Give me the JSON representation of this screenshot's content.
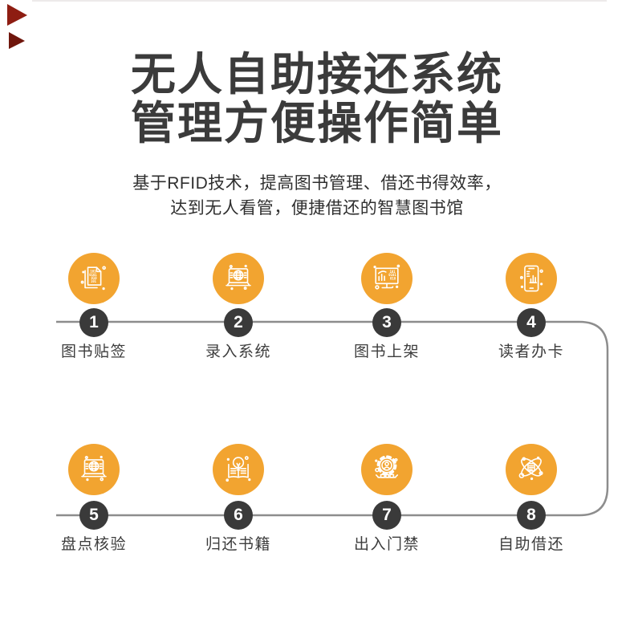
{
  "header": {
    "title_line1": "无人自助接还系统",
    "title_line2": "管理方便操作简单",
    "subtitle_line1": "基于RFID技术，提高图书管理、借还书得效率，",
    "subtitle_line2": "达到无人看管，便捷借还的智慧图书馆"
  },
  "colors": {
    "accent_orange": "#f2a430",
    "dark_badge": "#3a3a3a",
    "line_gray": "#8d8d8d",
    "title_color": "#3b3b3b",
    "corner_red": "#8e1d12"
  },
  "flow": {
    "steps": [
      {
        "number": "1",
        "label": "图书贴签",
        "icon": "binary-document-icon"
      },
      {
        "number": "2",
        "label": "录入系统",
        "icon": "laptop-globe-icon"
      },
      {
        "number": "3",
        "label": "图书上架",
        "icon": "monitor-chart-icon"
      },
      {
        "number": "4",
        "label": "读者办卡",
        "icon": "phone-chart-icon"
      },
      {
        "number": "5",
        "label": "盘点核验",
        "icon": "laptop-globe-icon"
      },
      {
        "number": "6",
        "label": "归还书籍",
        "icon": "book-bulb-icon"
      },
      {
        "number": "7",
        "label": "出入门禁",
        "icon": "gear-person-icon"
      },
      {
        "number": "8",
        "label": "自助借还",
        "icon": "atom-orbit-icon"
      }
    ]
  }
}
